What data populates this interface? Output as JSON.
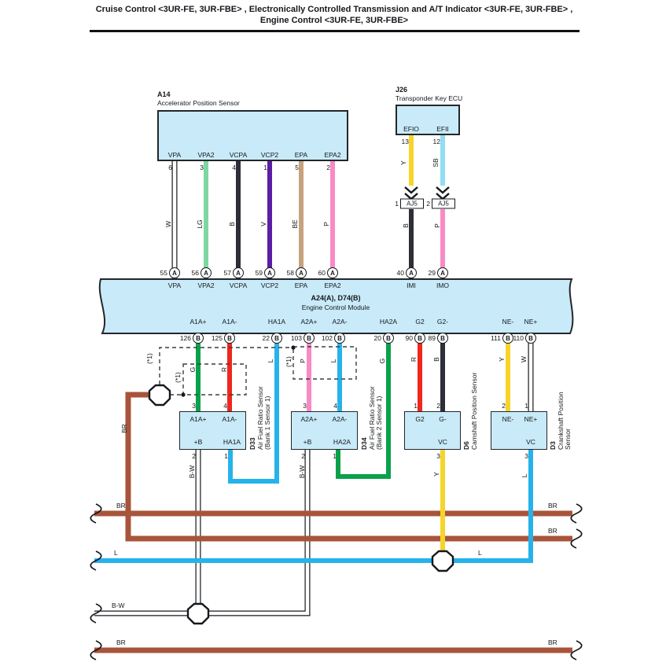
{
  "title": "Cruise Control <3UR-FE, 3UR-FBE> , Electronically Controlled Transmission and A/T Indicator <3UR-FE, 3UR-FBE> , Engine Control <3UR-FE, 3UR-FBE>",
  "colors": {
    "component_fill": "#c9eaf8",
    "component_border": "#23262b",
    "wire_BR": "#a8543a",
    "wire_L": "#26b3ea",
    "wire_G": "#0aa14b",
    "wire_R": "#ef271d",
    "wire_Y": "#f6d42a",
    "wire_P": "#f98ac5",
    "wire_V": "#5b1ea4",
    "wire_BE": "#c7a27d",
    "wire_LG": "#7fd7a0",
    "wire_SB": "#90ddf4",
    "wire_B": "#2d2e37",
    "wire_W": "#ffffff"
  },
  "a14": {
    "id": "A14",
    "name": "Accelerator Position Sensor",
    "pins": [
      {
        "label": "VPA",
        "num": "6",
        "wire": "W"
      },
      {
        "label": "VPA2",
        "num": "3",
        "wire": "LG"
      },
      {
        "label": "VCPA",
        "num": "4",
        "wire": "B"
      },
      {
        "label": "VCP2",
        "num": "1",
        "wire": "V"
      },
      {
        "label": "EPA",
        "num": "5",
        "wire": "BE"
      },
      {
        "label": "EPA2",
        "num": "2",
        "wire": "P"
      }
    ]
  },
  "j26": {
    "id": "J26",
    "name": "Transponder Key ECU",
    "pins": [
      {
        "label": "EFIO",
        "num": "13",
        "wire": "Y"
      },
      {
        "label": "EFII",
        "num": "12",
        "wire": "SB"
      }
    ],
    "connectors": [
      {
        "num": "1",
        "label": "AJ5",
        "wire": "B"
      },
      {
        "num": "2",
        "label": "AJ5",
        "wire": "P"
      }
    ]
  },
  "ecm": {
    "id": "A24(A), D74(B)",
    "name": "Engine Control Module",
    "top_pins": [
      {
        "num": "55",
        "conn": "A",
        "label": "VPA"
      },
      {
        "num": "56",
        "conn": "A",
        "label": "VPA2"
      },
      {
        "num": "57",
        "conn": "A",
        "label": "VCPA"
      },
      {
        "num": "59",
        "conn": "A",
        "label": "VCP2"
      },
      {
        "num": "58",
        "conn": "A",
        "label": "EPA"
      },
      {
        "num": "60",
        "conn": "A",
        "label": "EPA2"
      },
      {
        "num": "40",
        "conn": "A",
        "label": "IMI"
      },
      {
        "num": "29",
        "conn": "A",
        "label": "IMO"
      }
    ],
    "bottom_pins": [
      {
        "num": "126",
        "conn": "B",
        "label": "A1A+",
        "wire": "G"
      },
      {
        "num": "125",
        "conn": "B",
        "label": "A1A-",
        "wire": "R"
      },
      {
        "num": "22",
        "conn": "B",
        "label": "HA1A",
        "wire": "L"
      },
      {
        "num": "103",
        "conn": "B",
        "label": "A2A+",
        "wire": "P"
      },
      {
        "num": "102",
        "conn": "B",
        "label": "A2A-",
        "wire": "L"
      },
      {
        "num": "20",
        "conn": "B",
        "label": "HA2A",
        "wire": "G"
      },
      {
        "num": "90",
        "conn": "B",
        "label": "G2",
        "wire": "R"
      },
      {
        "num": "89",
        "conn": "B",
        "label": "G2-",
        "wire": "B"
      },
      {
        "num": "111",
        "conn": "B",
        "label": "NE-",
        "wire": "Y"
      },
      {
        "num": "110",
        "conn": "B",
        "label": "NE+",
        "wire": "W"
      }
    ]
  },
  "sensors": [
    {
      "id": "D33",
      "name": "Air Fuel Ratio Sensor\n(Bank 1 Sensor 1)",
      "top_pins": [
        {
          "num": "3",
          "label": "A1A+"
        },
        {
          "num": "4",
          "label": "A1A-"
        }
      ],
      "bottom_pins": [
        {
          "num": "2",
          "label": "+B",
          "wire": "B-W"
        },
        {
          "num": "1",
          "label": "HA1A",
          "wire": "L"
        }
      ]
    },
    {
      "id": "D34",
      "name": "Air Fuel Ratio Sensor\n(Bank 2 Sensor 1)",
      "top_pins": [
        {
          "num": "3",
          "label": "A2A+"
        },
        {
          "num": "4",
          "label": "A2A-"
        }
      ],
      "bottom_pins": [
        {
          "num": "2",
          "label": "+B",
          "wire": "B-W"
        },
        {
          "num": "1",
          "label": "HA2A",
          "wire": "G"
        }
      ]
    },
    {
      "id": "D6",
      "name": "Camshaft Position Sensor",
      "top_pins": [
        {
          "num": "1",
          "label": "G2"
        },
        {
          "num": "2",
          "label": "G-"
        }
      ],
      "bottom_pins": [
        {
          "num": "3",
          "label": "VC",
          "wire": "Y"
        }
      ]
    },
    {
      "id": "D3",
      "name": "Crankshaft Position\nSensor",
      "top_pins": [
        {
          "num": "2",
          "label": "NE-"
        },
        {
          "num": "1",
          "label": "NE+"
        }
      ],
      "bottom_pins": [
        {
          "num": "3",
          "label": "VC",
          "wire": "L"
        }
      ]
    }
  ],
  "notes": {
    "shield": "(*1)"
  },
  "wl": {
    "br": "BR",
    "l": "L",
    "bw": "B-W"
  }
}
